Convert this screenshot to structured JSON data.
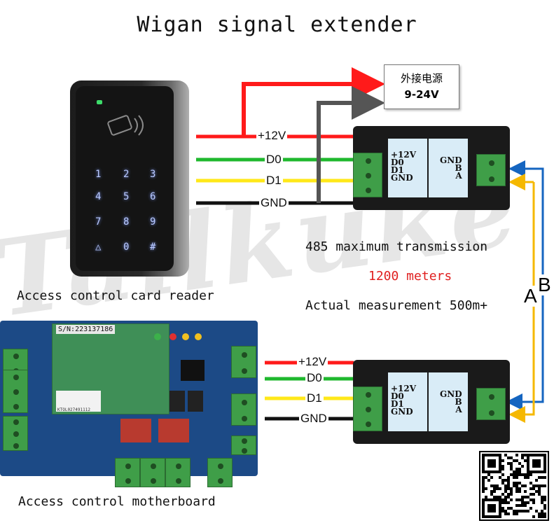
{
  "title": "Wigan signal extender",
  "power_box": {
    "line1": "外接电源",
    "line2": "9-24V"
  },
  "top_wires": {
    "v12": "+12V",
    "d0": "D0",
    "d1": "D1",
    "gnd": "GND"
  },
  "bottom_wires": {
    "v12": "+12V",
    "d0": "D0",
    "d1": "D1",
    "gnd": "GND"
  },
  "module_labels": {
    "left": [
      "+12V",
      "D0",
      "D1",
      "GND"
    ],
    "right": [
      "GND",
      "B",
      "A"
    ]
  },
  "reader_keys": [
    "1",
    "2",
    "3",
    "4",
    "5",
    "6",
    "7",
    "8",
    "9",
    "△",
    "0",
    "#"
  ],
  "captions": {
    "reader": "Access control card reader",
    "motherboard": "Access control motherboard",
    "transmission": "485 maximum transmission",
    "distance": "1200 meters",
    "measurement": "Actual measurement 500m+"
  },
  "ab_labels": {
    "a": "A",
    "b": "B"
  },
  "board_serial": "S/N:223137186",
  "board_sticker": "KTOL027491112",
  "watermark": "Tailkuke",
  "colors": {
    "red": "#ff1a1a",
    "green": "#1fb82e",
    "yellow": "#ffe81a",
    "black": "#111111",
    "gray": "#555555",
    "blue": "#1565c0",
    "amber": "#f5b800",
    "distance": "#e02020"
  }
}
